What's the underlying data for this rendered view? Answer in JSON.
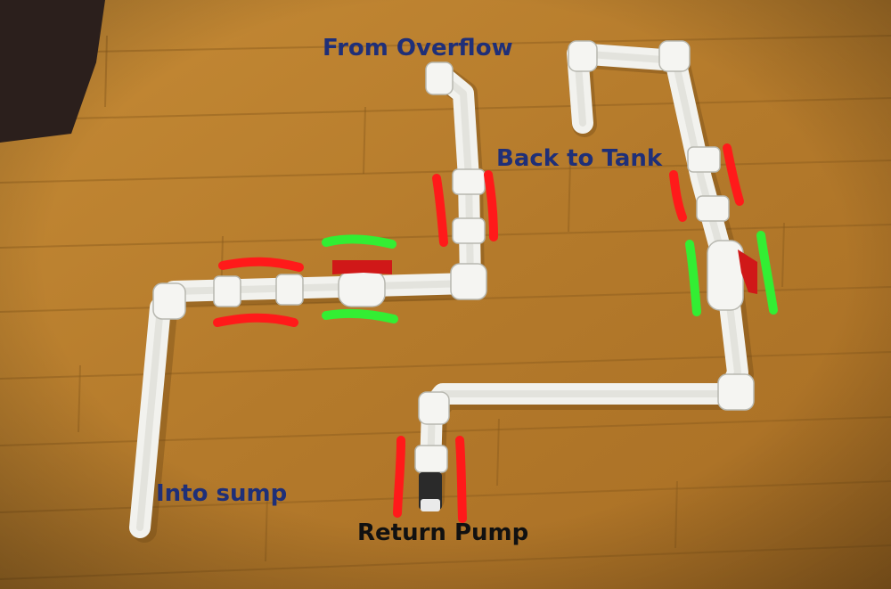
{
  "labels": {
    "from_overflow": "From Overflow",
    "back_to_tank": "Back to Tank",
    "into_sump": "Into sump",
    "return_pump": "Return Pump"
  },
  "colors": {
    "floor": "#b9812f",
    "pipe": "#f2f2ee",
    "valve_handle": "#d01818",
    "red_marker": "#ff1a1a",
    "green_marker": "#33ee33",
    "label_blue": "#1f2f78",
    "label_black": "#111111"
  }
}
